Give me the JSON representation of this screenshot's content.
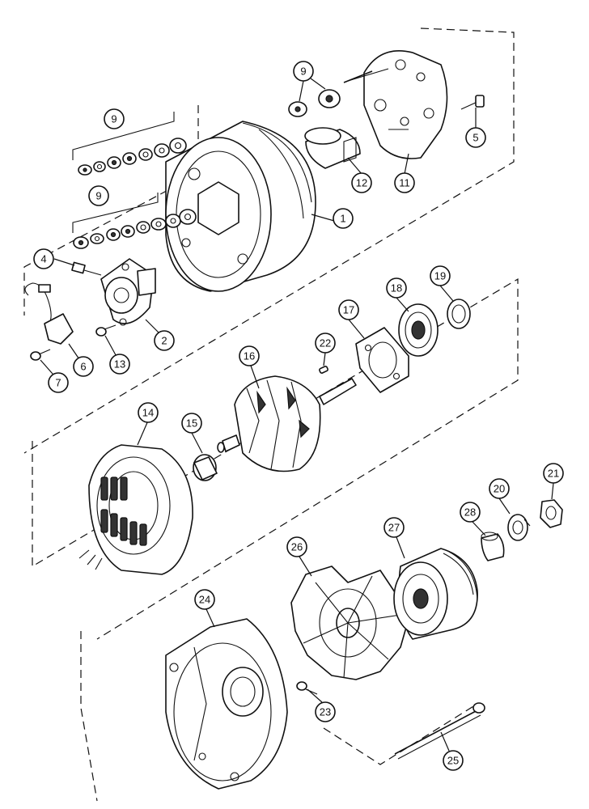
{
  "diagram": {
    "callouts": {
      "c1": "1",
      "c2": "2",
      "c4": "4",
      "c5": "5",
      "c6": "6",
      "c7": "7",
      "c9a": "9",
      "c9b": "9",
      "c9c": "9",
      "c11": "11",
      "c12": "12",
      "c13": "13",
      "c14": "14",
      "c15": "15",
      "c16": "16",
      "c17": "17",
      "c18": "18",
      "c19": "19",
      "c20": "20",
      "c21": "21",
      "c22": "22",
      "c23": "23",
      "c24": "24",
      "c25": "25",
      "c26": "26",
      "c27": "27",
      "c28": "28"
    }
  }
}
